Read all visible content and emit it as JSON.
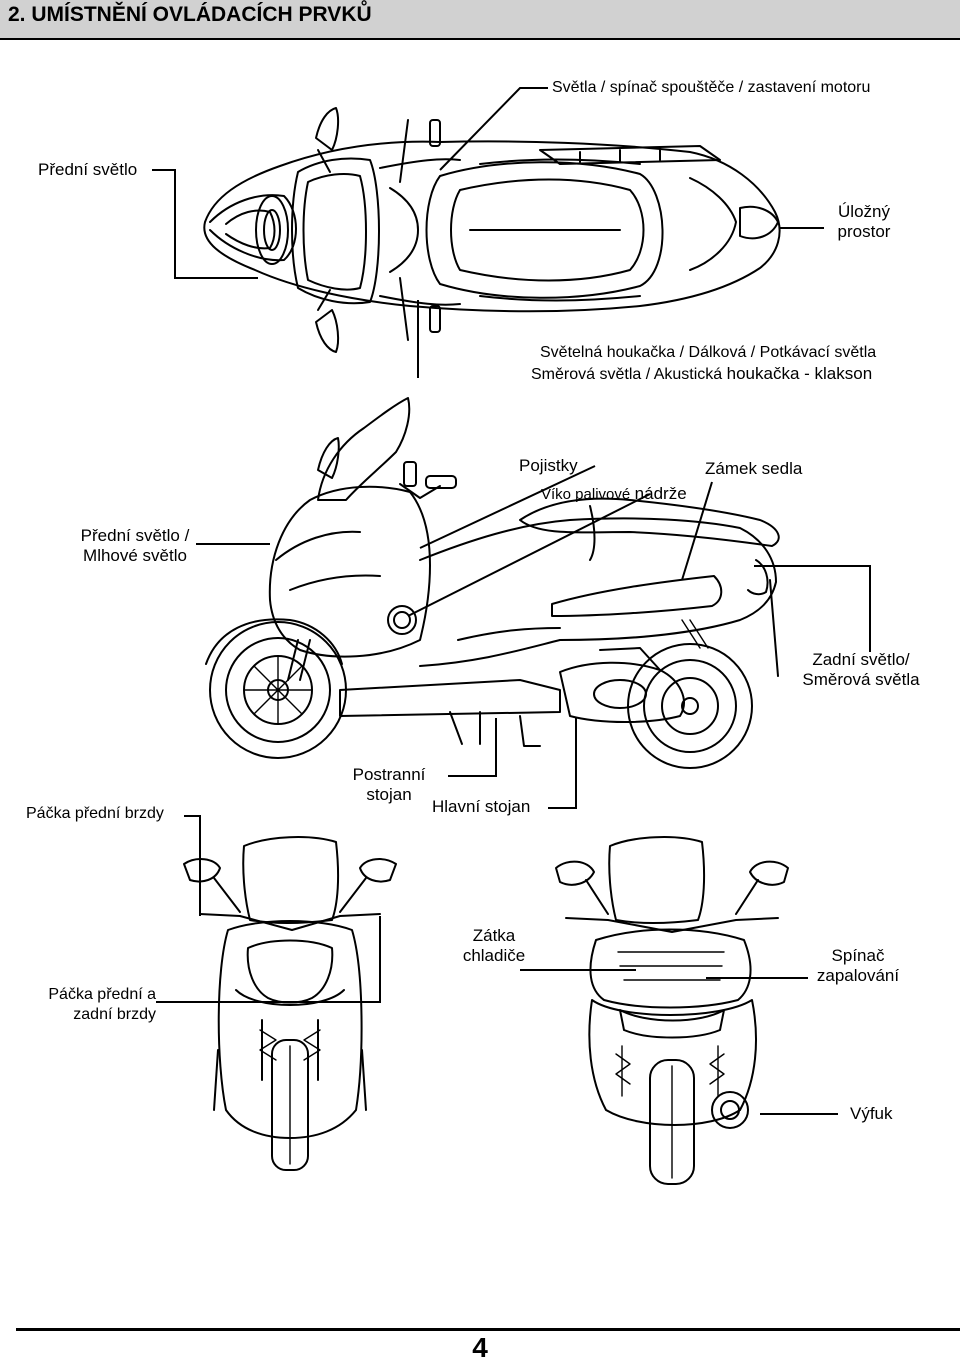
{
  "header": {
    "title": "2. UMÍSTNĚNÍ OVLÁDACÍCH PRVKŮ"
  },
  "labels": {
    "lights_switch": "Světla / spínač spouštěče / zastavení motoru",
    "front_light_top": "Přední světlo",
    "storage_1": "Úložný",
    "storage_2": "prostor",
    "horn_line_1": "Světelná houkačka / Dálková / Potkávací světla",
    "horn_line_2a": "Směrová světla / Akustická",
    "horn_line_2b": "houkačka - klakson",
    "fuses": "Pojistky",
    "seat_lock": "Zámek sedla",
    "fuel_cap_a": "Víko palivové",
    "fuel_cap_b": "nádrže",
    "front_fog_1": "Přední světlo /",
    "front_fog_2": "Mlhové světlo",
    "rear_light_1": "Zadní světlo/",
    "rear_light_2": "Směrová světla",
    "side_stand_1": "Postranní",
    "side_stand_2": "stojan",
    "main_stand": "Hlavní stojan",
    "front_brake": "Páčka přední brzdy",
    "radiator_cap_1": "Zátka",
    "radiator_cap_2": "chladiče",
    "ignition_1": "Spínač",
    "ignition_2": "zapalování",
    "front_rear_brake_1": "Páčka přední a",
    "front_rear_brake_2": "zadní brzdy",
    "exhaust": "Výfuk"
  },
  "footer": {
    "page_number": "4"
  }
}
